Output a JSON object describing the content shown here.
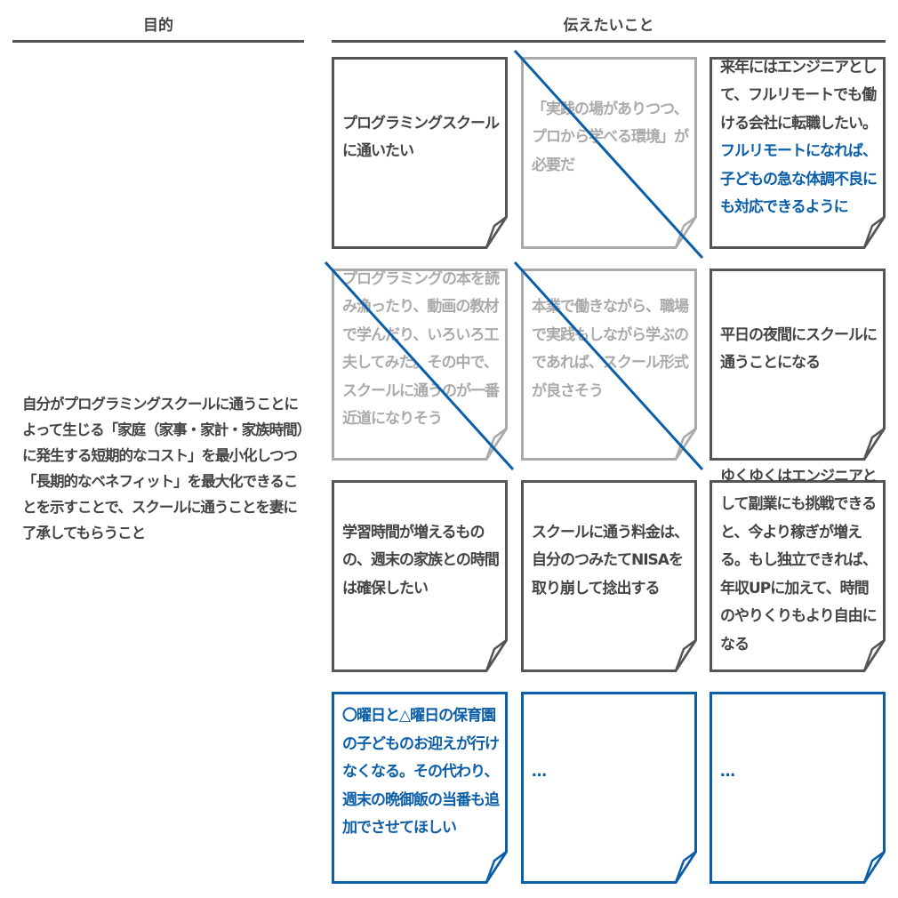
{
  "headers": {
    "purpose": "目的",
    "message": "伝えたいこと"
  },
  "purpose_text": "自分がプログラミングスクールに通うことによって生じる「家庭（家事・家計・家族時間）に発生する短期的なコスト」を最小化しつつ「長期的なベネフィット」を最大化できることを示すことで、スクールに通うことを妻に了承してもらうこと",
  "colors": {
    "dark": "#555555",
    "gray": "#aaaaaa",
    "blue": "#0b5ea8"
  },
  "notes": [
    {
      "style": "dark",
      "struck": false,
      "segments": [
        {
          "text": "プログラミングスクールに通いたい"
        }
      ]
    },
    {
      "style": "gray",
      "struck": true,
      "segments": [
        {
          "text": "「実践の場がありつつ、プロから学べる環境」が必要だ"
        }
      ]
    },
    {
      "style": "dark",
      "struck": false,
      "segments": [
        {
          "text": "来年にはエンジニアとして、フルリモートでも働ける会社に転職したい。"
        },
        {
          "text": "フルリモートになれば、子どもの急な体調不良にも対応できるように",
          "highlight": true
        }
      ]
    },
    {
      "style": "gray",
      "struck": true,
      "segments": [
        {
          "text": "プログラミングの本を読み漁ったり、動画の教材で学んだり、いろいろ工夫してみた。その中で、スクールに通うのが一番近道になりそう"
        }
      ]
    },
    {
      "style": "gray",
      "struck": true,
      "segments": [
        {
          "text": "本業で働きながら、職場で実践もしながら学ぶのであれば、スクール形式が良さそう"
        }
      ]
    },
    {
      "style": "dark",
      "struck": false,
      "segments": [
        {
          "text": "平日の夜間にスクールに通うことになる"
        }
      ]
    },
    {
      "style": "dark",
      "struck": false,
      "segments": [
        {
          "text": "学習時間が増えるものの、週末の家族との時間は確保したい"
        }
      ]
    },
    {
      "style": "dark",
      "struck": false,
      "segments": [
        {
          "text": "スクールに通う料金は、自分のつみたてNISAを取り崩して捻出する"
        }
      ]
    },
    {
      "style": "dark",
      "struck": false,
      "segments": [
        {
          "text": "ゆくゆくはエンジニアとして副業にも挑戦できると、今より稼ぎが増える。もし独立できれば、年収UPに加えて、時間のやりくりもより自由になる"
        }
      ]
    },
    {
      "style": "blue",
      "struck": false,
      "segments": [
        {
          "text": "〇曜日と△曜日の保育園の子どものお迎えが行けなくなる。その代わり、週末の晩御飯の当番も追加でさせてほしい"
        }
      ]
    },
    {
      "style": "blue",
      "struck": false,
      "segments": [
        {
          "text": "…"
        }
      ]
    },
    {
      "style": "blue",
      "struck": false,
      "segments": [
        {
          "text": "…"
        }
      ]
    }
  ]
}
